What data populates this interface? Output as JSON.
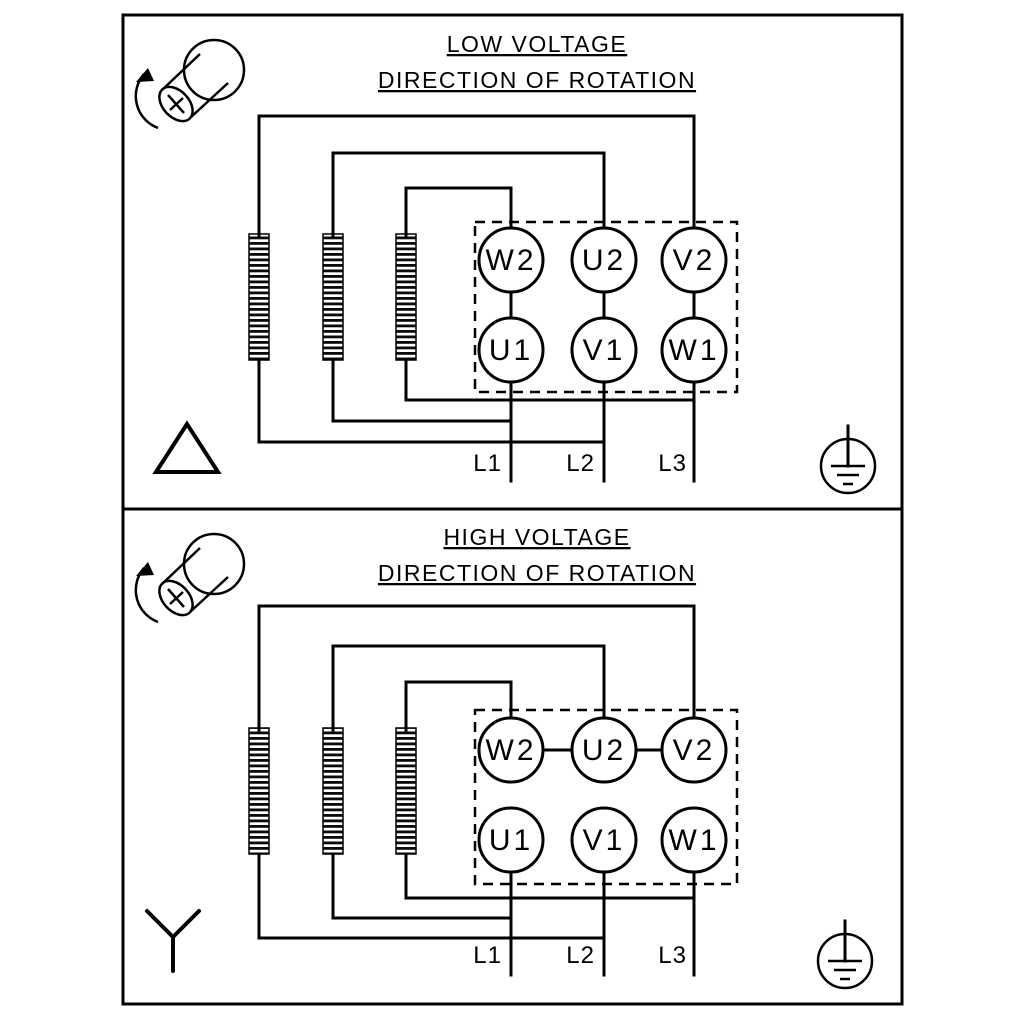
{
  "colors": {
    "line": "#000000",
    "background": "#ffffff"
  },
  "icons": {
    "rotation": "shaft-with-rotation-arrow-icon",
    "delta": "delta-connection-symbol",
    "star": "star-connection-symbol",
    "ground": "protective-earth-ground-symbol"
  },
  "panels": [
    {
      "title": "LOW VOLTAGE",
      "subtitle": "DIRECTION OF ROTATION",
      "connection": "delta",
      "terminals_top": [
        "W2",
        "U2",
        "V2"
      ],
      "terminals_bottom": [
        "U1",
        "V1",
        "W1"
      ],
      "phase_labels": [
        "L1",
        "L2",
        "L3"
      ]
    },
    {
      "title": "HIGH VOLTAGE",
      "subtitle": "DIRECTION OF ROTATION",
      "connection": "star",
      "terminals_top": [
        "W2",
        "U2",
        "V2"
      ],
      "terminals_bottom": [
        "U1",
        "V1",
        "W1"
      ],
      "phase_labels": [
        "L1",
        "L2",
        "L3"
      ]
    }
  ]
}
